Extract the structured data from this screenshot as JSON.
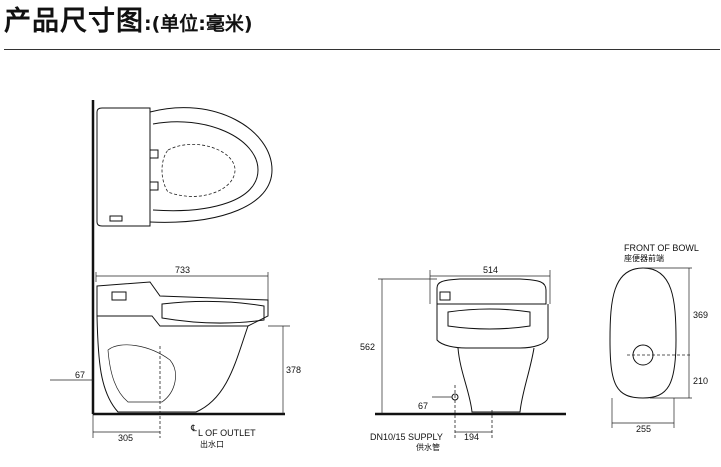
{
  "header": {
    "title": "产品尺寸图",
    "unit_note": ":(单位:毫米)"
  },
  "dimensions": {
    "overall_length": "733",
    "overall_width": "514",
    "seat_height": "378",
    "total_height": "562",
    "outlet_left_height": "67",
    "outlet_center_distance": "305",
    "supply_height": "67",
    "supply_offset": "194",
    "bowl_front_to_outlet": "369",
    "outlet_to_back": "210",
    "base_width": "255"
  },
  "labels": {
    "outlet_symbol": "℄",
    "outlet_en": "L OF OUTLET",
    "outlet_cn": "出水口",
    "supply_en": "DN10/15 SUPPLY",
    "supply_cn": "供水管",
    "front_bowl_en": "FRONT OF BOWL",
    "front_bowl_cn": "座便器前端"
  }
}
